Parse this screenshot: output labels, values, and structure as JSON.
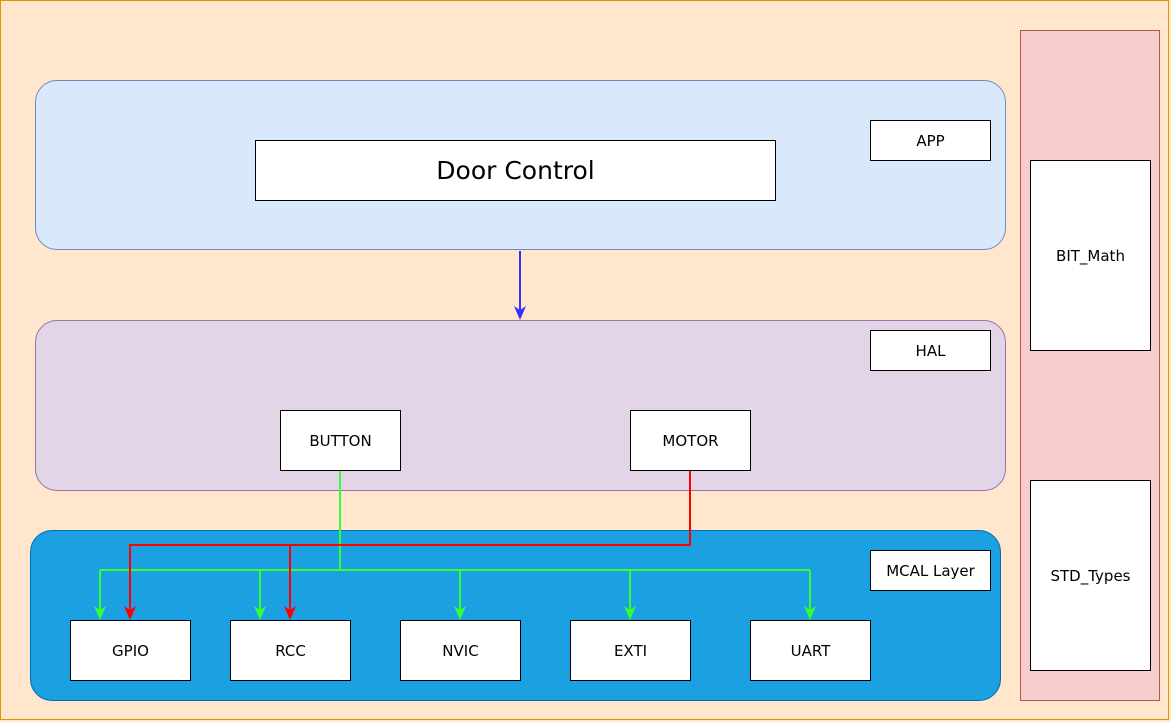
{
  "app": {
    "label": "APP",
    "modules": {
      "door_control": "Door Control"
    }
  },
  "hal": {
    "label": "HAL",
    "modules": {
      "button": "BUTTON",
      "motor": "MOTOR"
    }
  },
  "mcal": {
    "label": "MCAL Layer",
    "modules": {
      "gpio": "GPIO",
      "rcc": "RCC",
      "nvic": "NVIC",
      "exti": "EXTI",
      "uart": "UART"
    }
  },
  "libraries": {
    "bit_math": "BIT_Math",
    "std_types": "STD_Types"
  },
  "colors": {
    "app_layer": "#dae8fc",
    "hal_layer": "#e1d5e7",
    "mcal_layer": "#1ba1e2",
    "libraries_column": "#f8cecc",
    "background": "#ffe6cc",
    "app_to_hal_arrow": "#3333ff",
    "button_connections": "#33ff33",
    "motor_connections": "#ff0000"
  }
}
